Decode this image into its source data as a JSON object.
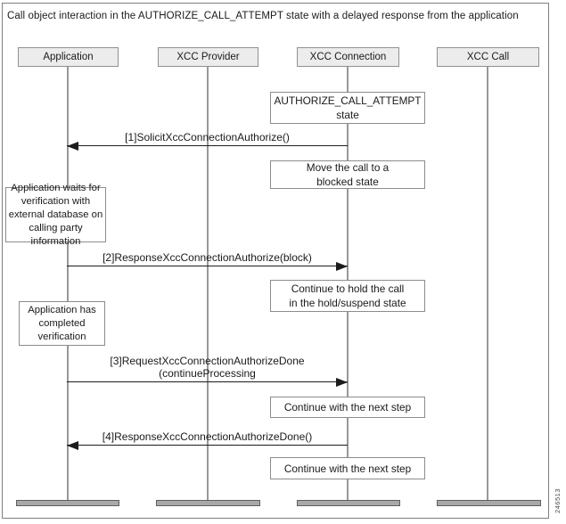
{
  "title": "Call object interaction in the AUTHORIZE_CALL_ATTEMPT state with a delayed response from the application",
  "figure_number": "246513",
  "lifelines": [
    {
      "label": "Application"
    },
    {
      "label": "XCC Provider"
    },
    {
      "label": "XCC Connection"
    },
    {
      "label": "XCC Call"
    }
  ],
  "notes": [
    {
      "text": "AUTHORIZE_CALL_ATTEMPT\nstate",
      "lifeline": "XCC Connection"
    },
    {
      "text": "Move the call to a\nblocked state",
      "lifeline": "XCC Connection"
    },
    {
      "text": "Application waits for\nverification with\nexternal database on\ncalling party information",
      "lifeline": "Application"
    },
    {
      "text": "Continue to hold the call\nin the hold/suspend state",
      "lifeline": "XCC Connection"
    },
    {
      "text": "Application has\ncompleted\nverification",
      "lifeline": "Application"
    },
    {
      "text": "Continue with the next step",
      "lifeline": "XCC Connection"
    },
    {
      "text": "Continue with the next step",
      "lifeline": "XCC Connection"
    }
  ],
  "messages": [
    {
      "label": "[1]SolicitXccConnectionAuthorize()",
      "from": "XCC Connection",
      "to": "Application",
      "direction": "left"
    },
    {
      "label": "[2]ResponseXccConnectionAuthorize(block)",
      "from": "Application",
      "to": "XCC Connection",
      "direction": "right"
    },
    {
      "label": "[3]RequestXccConnectionAuthorizeDone\n(continueProcessing",
      "from": "Application",
      "to": "XCC Connection",
      "direction": "right"
    },
    {
      "label": "[4]ResponseXccConnectionAuthorizeDone()",
      "from": "XCC Connection",
      "to": "Application",
      "direction": "left"
    }
  ],
  "colors": {
    "header_fill": "#ececec",
    "box_border": "#8c8c8c",
    "lifeline": "#989898",
    "arrow": "#1c1c1c",
    "end_bar_fill": "#a8a8a8"
  }
}
